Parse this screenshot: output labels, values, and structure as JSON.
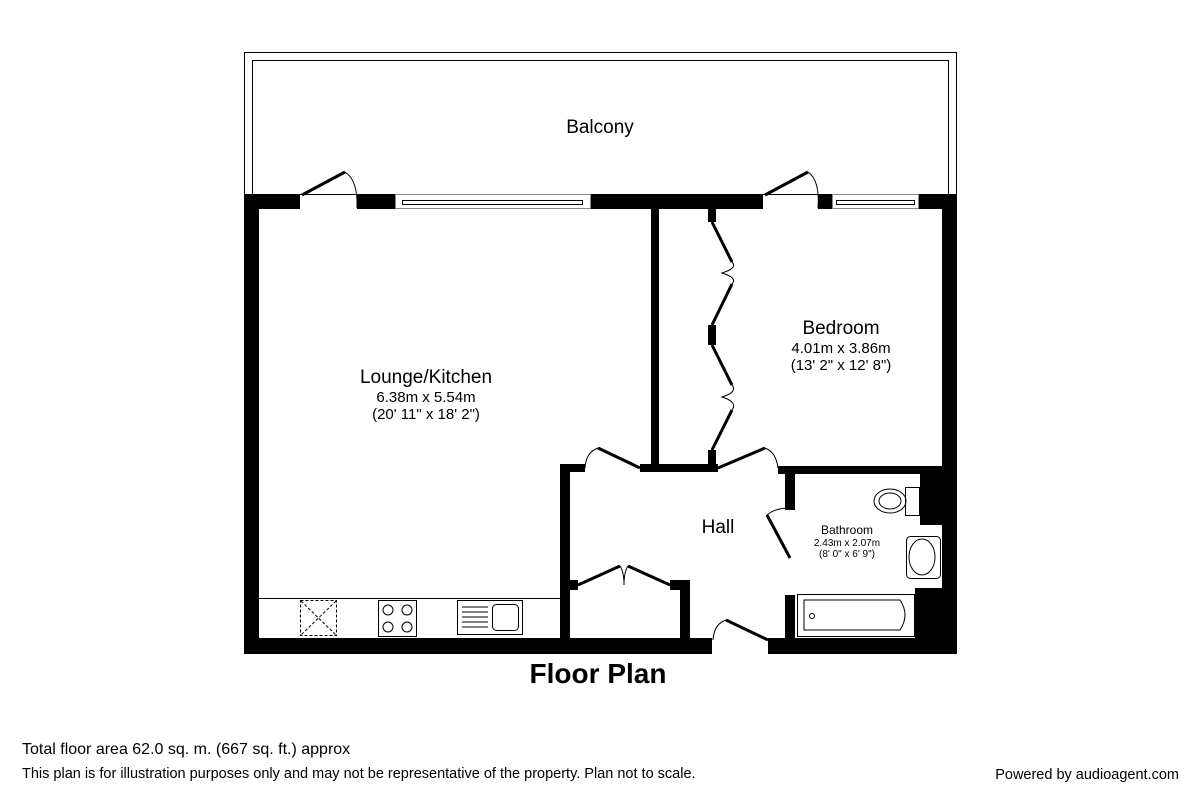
{
  "title": "Floor Plan",
  "rooms": {
    "balcony": {
      "name": "Balcony"
    },
    "lounge": {
      "name": "Lounge/Kitchen",
      "metric": "6.38m x 5.54m",
      "imperial": "(20' 11\" x 18' 2\")"
    },
    "bedroom": {
      "name": "Bedroom",
      "metric": "4.01m x 3.86m",
      "imperial": "(13' 2\" x 12' 8\")"
    },
    "hall": {
      "name": "Hall"
    },
    "bathroom": {
      "name": "Bathroom",
      "metric": "2.43m x 2.07m",
      "imperial": "(8' 0\" x 6' 9\")"
    }
  },
  "footer": {
    "total_area": "Total floor area 62.0 sq. m. (667 sq. ft.) approx",
    "disclaimer": "This plan is for illustration purposes only and may not be representative of the property. Plan not to scale.",
    "powered_by": "Powered by audioagent.com"
  }
}
